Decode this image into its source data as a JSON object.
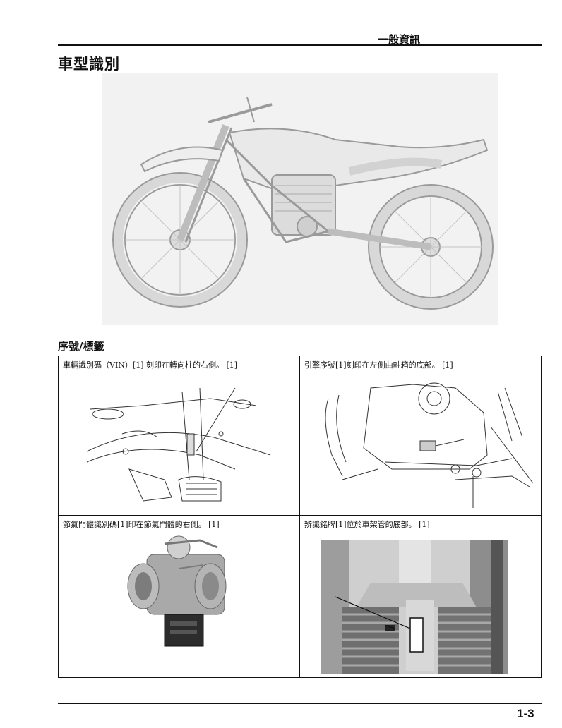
{
  "header": {
    "chapter": "一般資訊"
  },
  "page_title": "車型識別",
  "section_title": "序號/標籤",
  "cells": [
    {
      "label": "車輛識別碼（VIN）[1] 刻印在轉向柱的右側。 [1]"
    },
    {
      "label": "引擎序號[1]刻印在左側曲軸箱的底部。 [1]"
    },
    {
      "label": "節氣門體識別碼[1]印在節氣門體的右側。 [1]"
    },
    {
      "label": "辨識銘牌[1]位於車架管的底部。 [1]"
    }
  ],
  "footer": {
    "page_number": "1-3"
  }
}
